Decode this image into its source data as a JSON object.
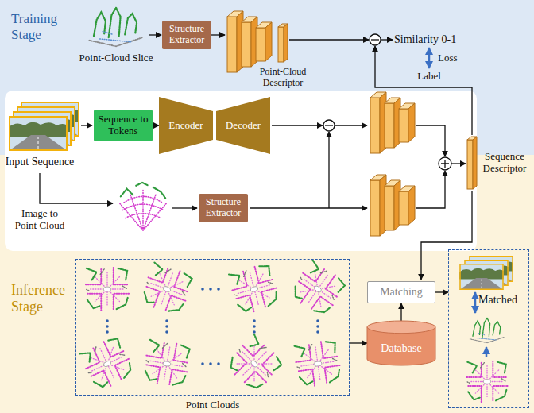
{
  "diagram": {
    "nodes": [
      {
        "text": [
          "Training Stage"
        ]
      },
      {
        "text": [
          "Structure Extractor"
        ],
        "in": 0
      },
      {
        "text": [
          "Sequence to Tokens"
        ],
        "in": 0
      },
      {
        "text": [
          "Encoder"
        ],
        "in": 0
      },
      {
        "text": [
          "Decoder"
        ],
        "in": 0
      },
      {
        "text": [
          "Inference Stage"
        ]
      },
      {
        "text": [
          "Structure Extractor"
        ],
        "in": 5
      },
      {
        "text": [
          "Point Clouds"
        ],
        "in": 5
      },
      {
        "text": [
          "Matching"
        ],
        "in": 5
      },
      {
        "text": [
          "Database"
        ],
        "in": 5
      },
      {
        "text": [
          "Matched"
        ],
        "in": 5
      }
    ],
    "edges": [
      {
        "from": 2,
        "to": 3,
        "arrow": "to"
      },
      {
        "from": 7,
        "to": 9,
        "arrow": "to"
      },
      {
        "from": 9,
        "to": 8,
        "arrow": "to"
      },
      {
        "from": 8,
        "to": 10,
        "arrow": "to"
      }
    ],
    "labels": [
      "Point-Cloud Slice",
      "Point-Cloud Descriptor",
      "Similarity 0-1",
      "Loss",
      "Label",
      "Input Sequence",
      "Image to Point Cloud",
      "Sequence Descriptor"
    ]
  }
}
